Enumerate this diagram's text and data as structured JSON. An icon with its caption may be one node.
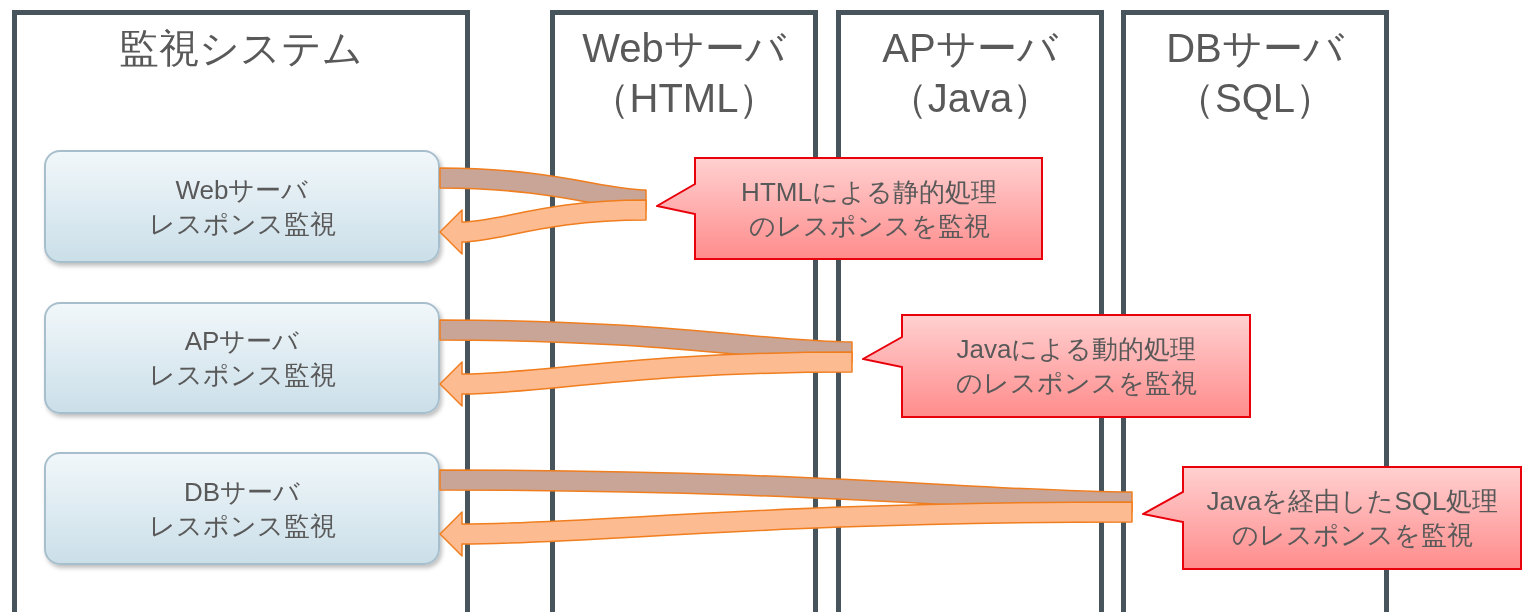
{
  "diagram": {
    "nodes": [
      {
        "text": [
          "監視システム"
        ]
      },
      {
        "text": [
          "Webサーバ",
          "（HTML）"
        ]
      },
      {
        "text": [
          "APサーバ",
          "（Java）"
        ]
      },
      {
        "text": [
          "DBサーバ",
          "（SQL）"
        ]
      },
      {
        "text": [
          "Webサーバ",
          "レスポンス監視"
        ],
        "in": 0
      },
      {
        "text": [
          "APサーバ",
          "レスポンス監視"
        ],
        "in": 0
      },
      {
        "text": [
          "DBサーバ",
          "レスポンス監視"
        ],
        "in": 0
      },
      {
        "text": [
          "HTMLによる静的処理",
          "のレスポンスを監視"
        ]
      },
      {
        "text": [
          "Javaによる動的処理",
          "のレスポンスを監視"
        ]
      },
      {
        "text": [
          "Javaを経由したSQL処理",
          "のレスポンスを監視"
        ]
      }
    ],
    "edges": [
      {
        "from": 4,
        "to": 1,
        "arrow": "none",
        "color": "#c8a596"
      },
      {
        "from": 1,
        "to": 4,
        "arrow": "to",
        "color": "#fdbb92"
      },
      {
        "from": 5,
        "to": 2,
        "arrow": "none",
        "color": "#c8a596"
      },
      {
        "from": 2,
        "to": 5,
        "arrow": "to",
        "color": "#fdbb92"
      },
      {
        "from": 6,
        "to": 3,
        "arrow": "none",
        "color": "#c8a596"
      },
      {
        "from": 3,
        "to": 6,
        "arrow": "to",
        "color": "#fdbb92"
      }
    ]
  }
}
